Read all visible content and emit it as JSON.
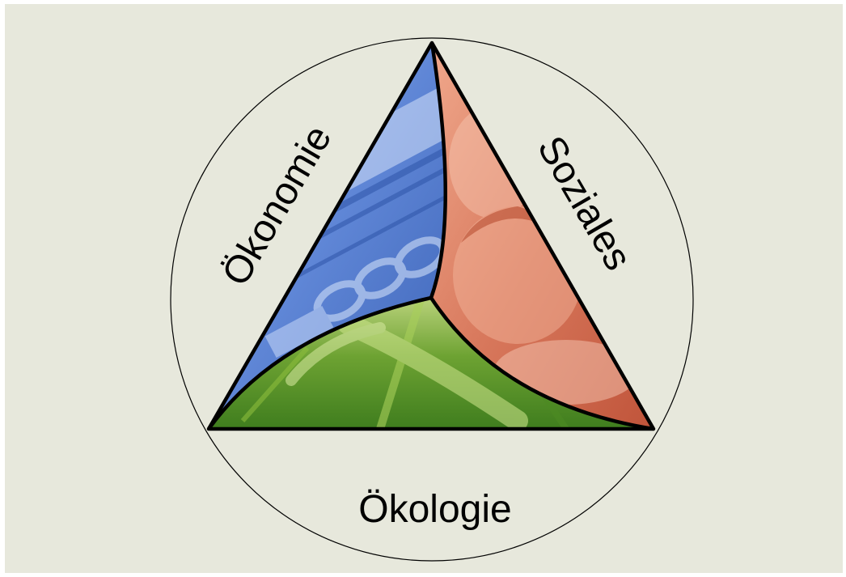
{
  "diagram": {
    "labels": {
      "economy": "Ökonomie",
      "social": "Soziales",
      "ecology": "Ökologie"
    },
    "colors": {
      "background": "#e7e8dc",
      "economy": "#6a8fd8",
      "social": "#d8785c",
      "ecology": "#5f9a2a",
      "outline": "#000000"
    }
  }
}
